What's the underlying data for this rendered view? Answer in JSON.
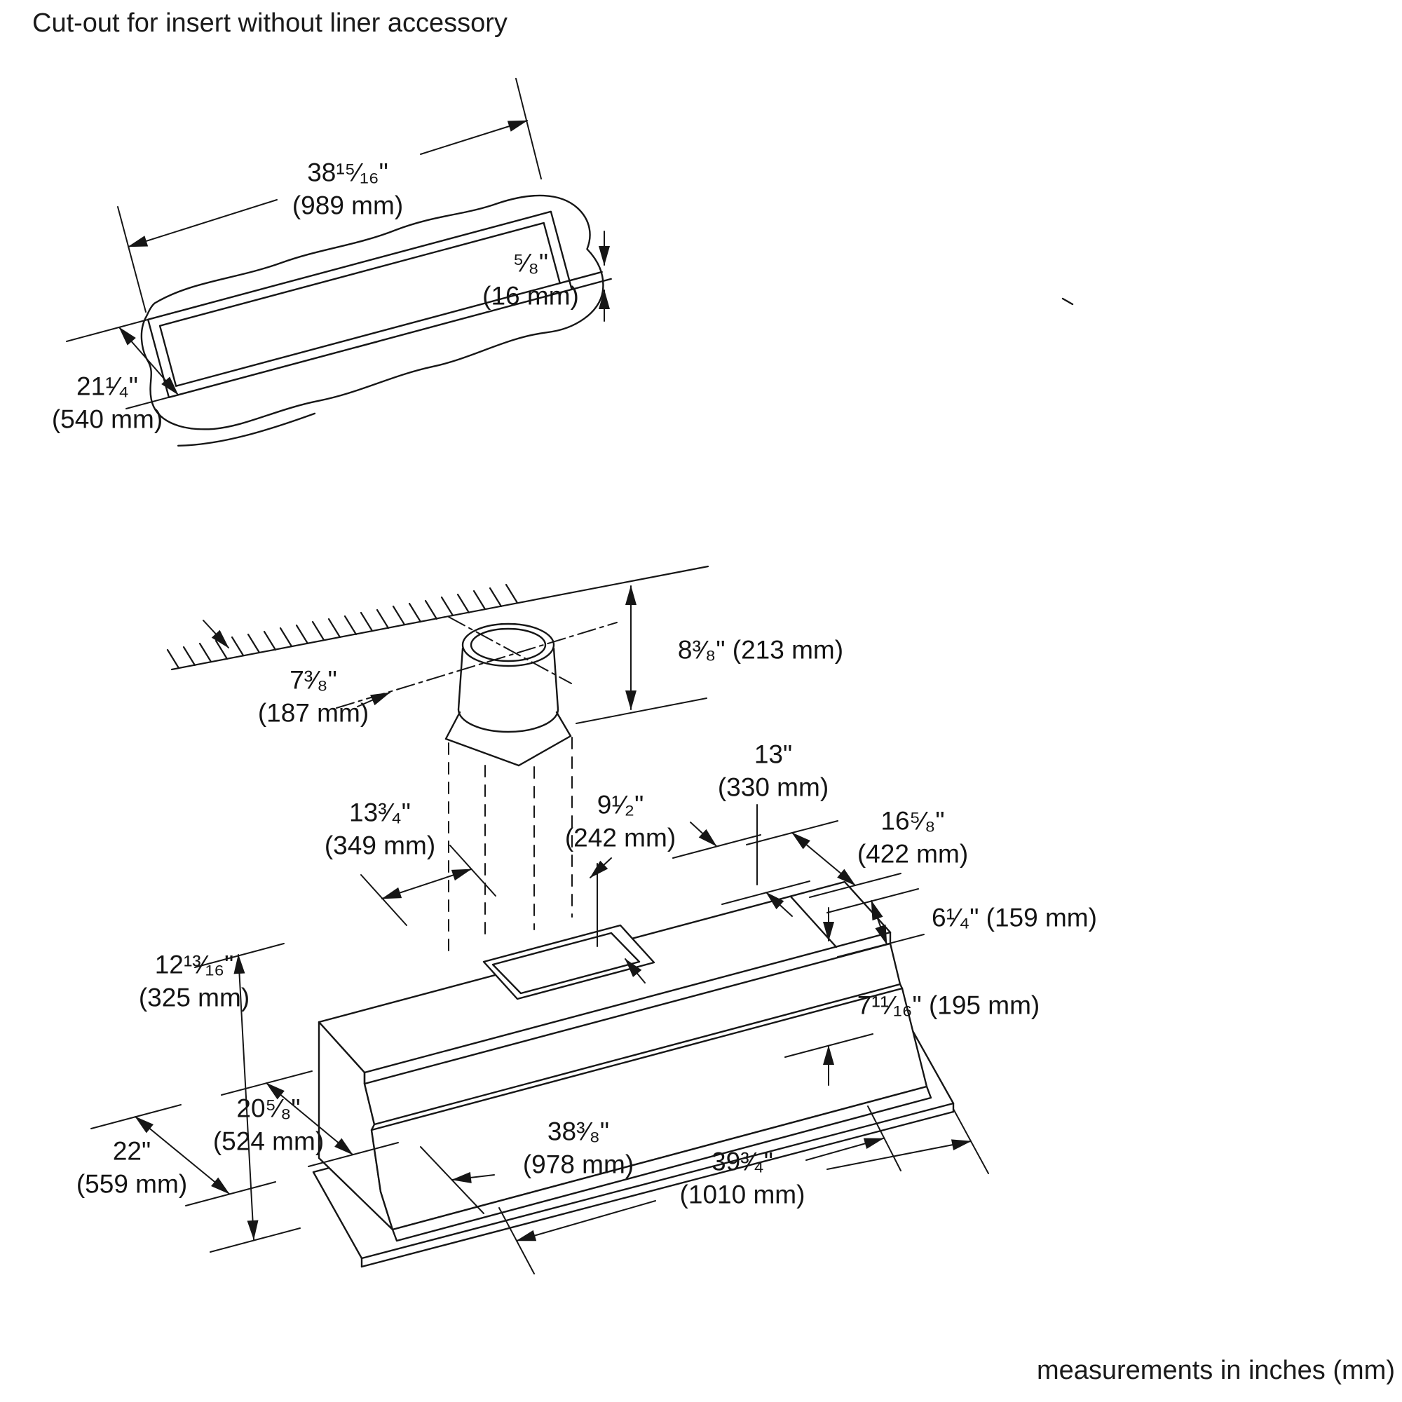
{
  "title": "Cut-out for insert without liner accessory",
  "footer": "measurements in inches (mm)",
  "dims": {
    "w989": {
      "in": "38¹⁵⁄₁₆\"",
      "mm": "(989 mm)"
    },
    "t16": {
      "in": "⁵⁄₈\"",
      "mm": "(16 mm)"
    },
    "d540": {
      "in": "21¹⁄₄\"",
      "mm": "(540 mm)"
    },
    "d187": {
      "in": "7³⁄₈\"",
      "mm": "(187 mm)"
    },
    "d213": {
      "in": "8³⁄₈\" (213 mm)",
      "mm": ""
    },
    "d330": {
      "in": "13\"",
      "mm": "(330 mm)"
    },
    "d349": {
      "in": "13³⁄₄\"",
      "mm": "(349 mm)"
    },
    "d242": {
      "in": "9¹⁄₂\"",
      "mm": "(242 mm)"
    },
    "d422": {
      "in": "16⁵⁄₈\"",
      "mm": "(422 mm)"
    },
    "d159": {
      "in": "6¹⁄₄\" (159 mm)",
      "mm": ""
    },
    "d325": {
      "in": "12¹³⁄₁₆\"",
      "mm": "(325 mm)"
    },
    "d195": {
      "in": "7¹¹⁄₁₆\" (195 mm)",
      "mm": ""
    },
    "d524": {
      "in": "20⁵⁄₈\"",
      "mm": "(524 mm)"
    },
    "d559": {
      "in": "22\"",
      "mm": "(559 mm)"
    },
    "d978": {
      "in": "38³⁄₈\"",
      "mm": "(978 mm)"
    },
    "d1010": {
      "in": "39³⁄₄\"",
      "mm": "(1010 mm)"
    }
  },
  "colors": {
    "ink": "#161616",
    "paper": "#ffffff"
  }
}
